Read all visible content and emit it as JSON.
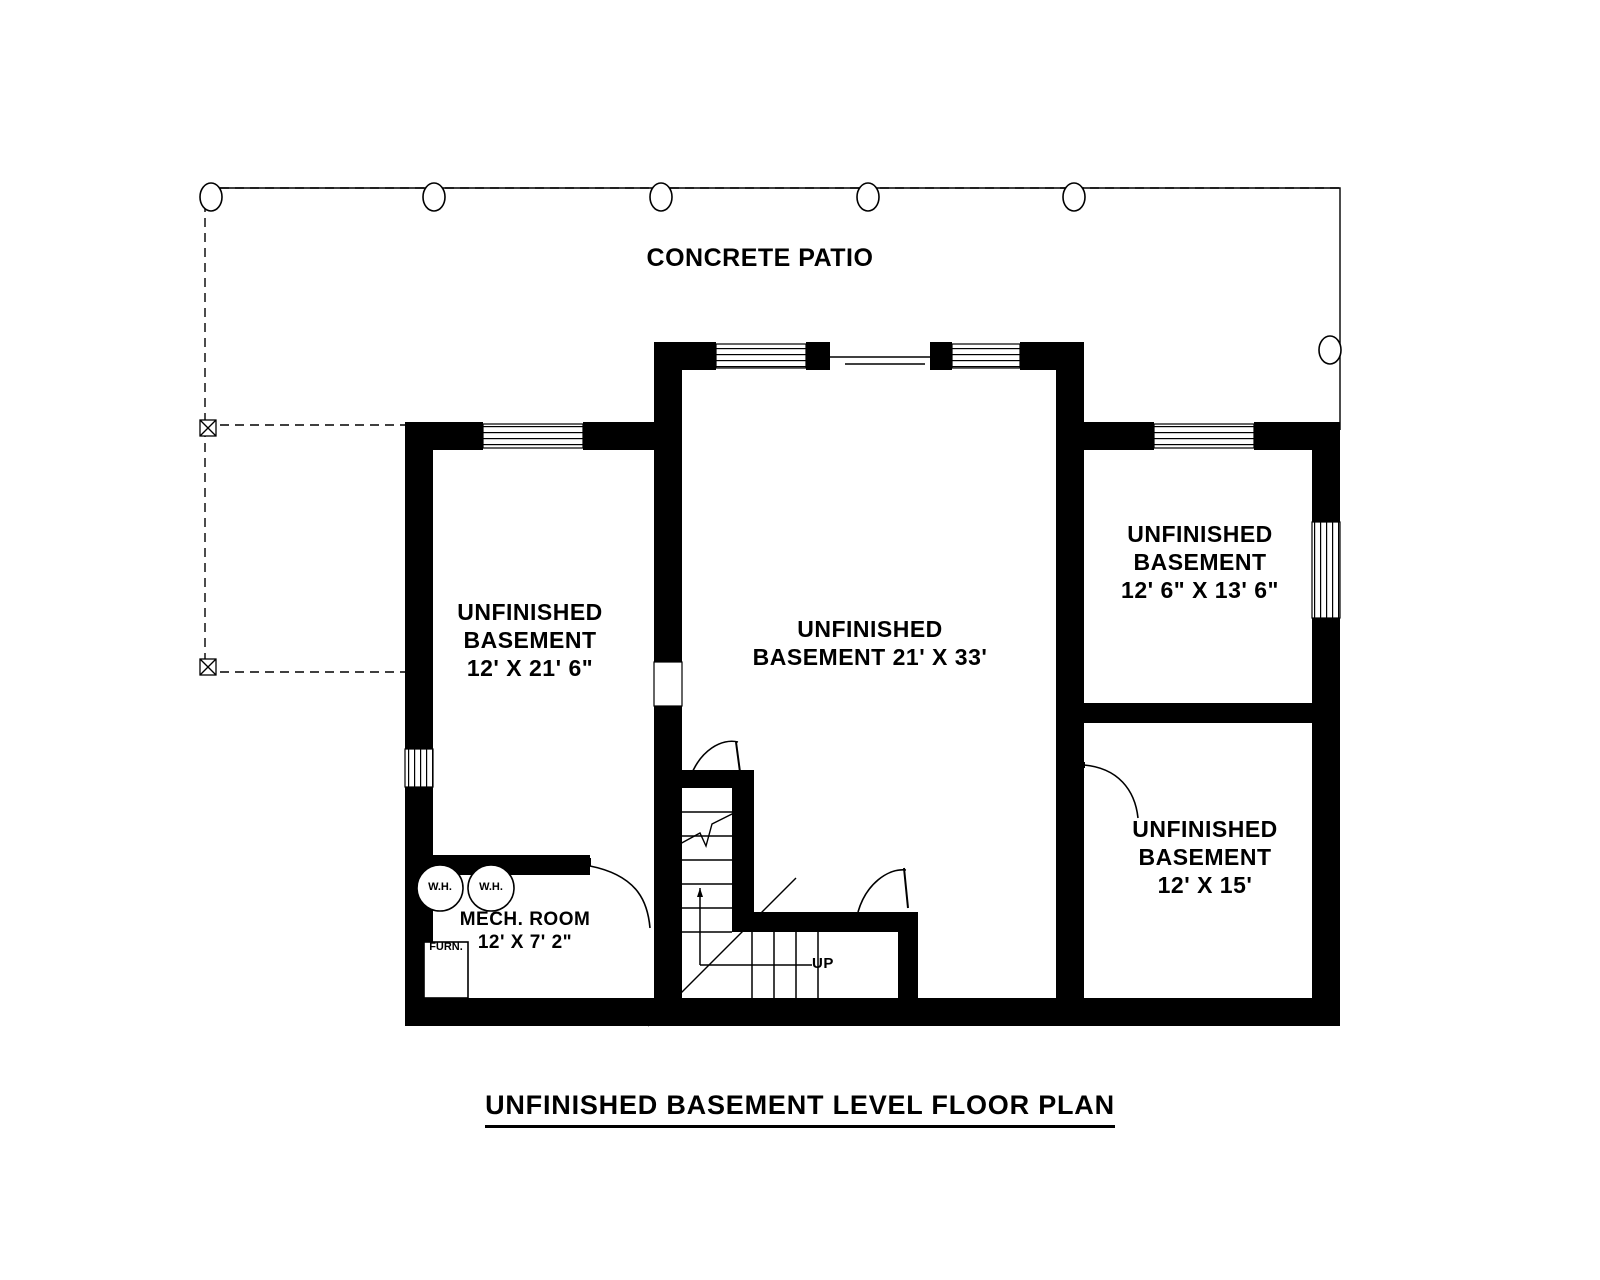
{
  "plan": {
    "title": "UNFINISHED BASEMENT LEVEL FLOOR PLAN",
    "patio_label": "CONCRETE PATIO",
    "stair_direction_label": "UP",
    "ink_color": "#000000",
    "paper_color": "#ffffff"
  },
  "rooms": [
    {
      "id": "basement-left",
      "name_line1": "UNFINISHED",
      "name_line2": "BASEMENT",
      "dimensions": "12' X 21' 6\""
    },
    {
      "id": "basement-center",
      "name_line1": "UNFINISHED",
      "name_line2": "BASEMENT 21' X 33'",
      "dimensions": ""
    },
    {
      "id": "basement-upper-right",
      "name_line1": "UNFINISHED",
      "name_line2": "BASEMENT",
      "dimensions": "12' 6\" X 13' 6\""
    },
    {
      "id": "basement-lower-right",
      "name_line1": "UNFINISHED",
      "name_line2": "BASEMENT",
      "dimensions": "12' X 15'"
    },
    {
      "id": "mech-room",
      "name_line1": "MECH. ROOM",
      "name_line2": "",
      "dimensions": "12' X 7' 2\""
    }
  ],
  "fixtures": [
    {
      "id": "water-heater-1",
      "label": "W.H."
    },
    {
      "id": "water-heater-2",
      "label": "W.H."
    },
    {
      "id": "furnace",
      "label": "FURN."
    }
  ]
}
